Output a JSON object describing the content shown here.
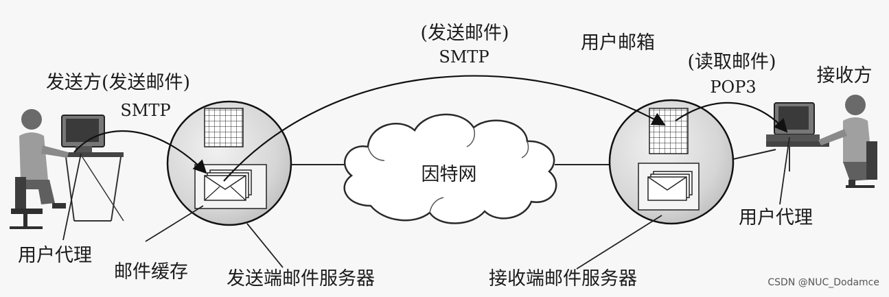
{
  "labels": {
    "sender_title": "发送方(发送邮件)",
    "sender_protocol": "SMTP",
    "top_action": "(发送邮件)",
    "top_protocol": "SMTP",
    "mailbox": "用户邮箱",
    "read_action": "(读取邮件)",
    "read_protocol": "POP3",
    "receiver_title": "接收方",
    "internet": "因特网",
    "left_user_agent": "用户代理",
    "mail_buffer": "邮件缓存",
    "sending_server": "发送端邮件服务器",
    "receiving_server": "接收端邮件服务器",
    "right_user_agent": "用户代理"
  },
  "watermark": "CSDN @NUC_Dodamce"
}
